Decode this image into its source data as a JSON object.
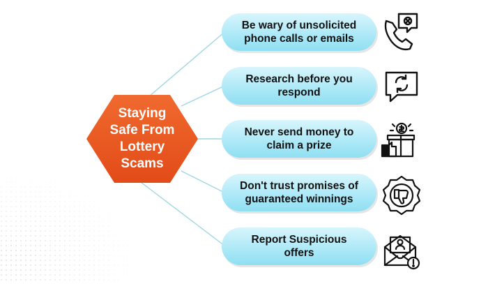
{
  "hub": {
    "label": "Staying\nSafe From\nLottery\nScams",
    "color": "#ec5a24"
  },
  "connector_color": "#9fd6e3",
  "tips": [
    {
      "label": "Be wary of unsolicited\nphone calls or emails",
      "icon": "phone-blocked-icon"
    },
    {
      "label": "Research before you\nrespond",
      "icon": "refresh-chat-icon"
    },
    {
      "label": "Never send money to\nclaim a prize",
      "icon": "prize-box-icon"
    },
    {
      "label": "Don't trust promises of\nguaranteed winnings",
      "icon": "thumbs-down-badge-icon"
    },
    {
      "label": "Report Suspicious\noffers",
      "icon": "warning-mail-icon"
    }
  ]
}
